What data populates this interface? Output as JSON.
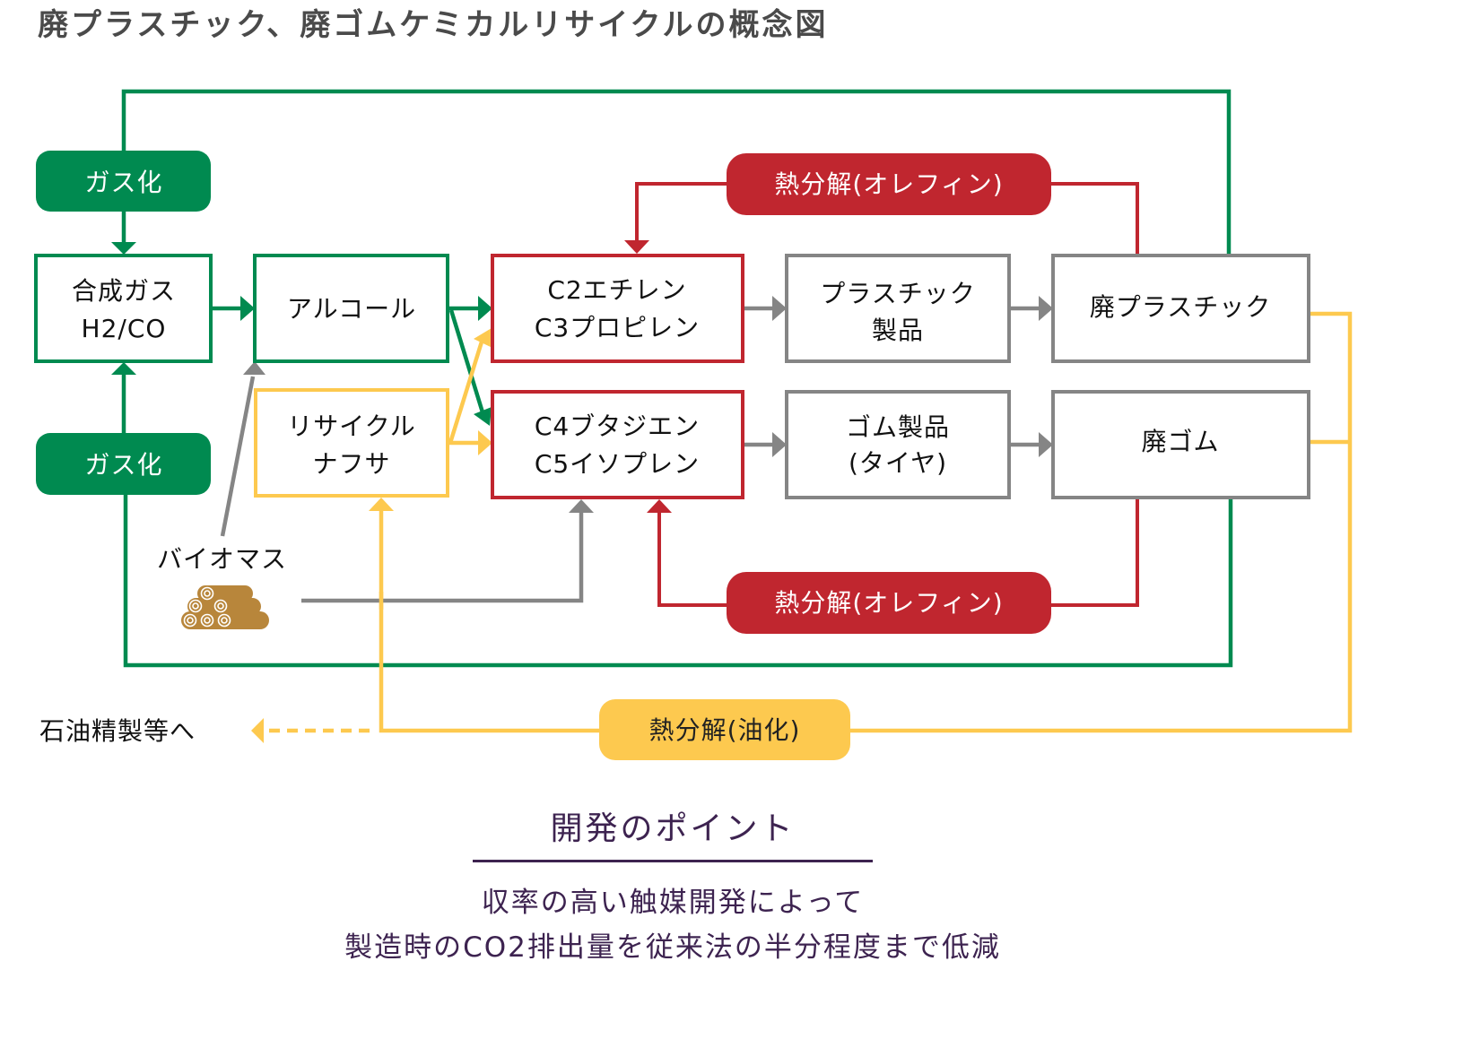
{
  "title": "廃プラスチック、廃ゴムケミカルリサイクルの概念図",
  "colors": {
    "green": "#008a50",
    "red": "#c0262f",
    "yellow": "#fdc94f",
    "gray": "#858585",
    "purple": "#3d2350",
    "wood": "#b8863b"
  },
  "process_pills": {
    "gasification_top": "ガス化",
    "gasification_bottom": "ガス化",
    "pyrolysis_olefin_top": "熱分解(オレフィン)",
    "pyrolysis_olefin_bottom": "熱分解(オレフィン)",
    "pyrolysis_oil": "熱分解(油化)"
  },
  "nodes": {
    "syngas": {
      "line1": "合成ガス",
      "line2": "H2/CO"
    },
    "alcohol": {
      "line1": "アルコール"
    },
    "recycled_naphtha": {
      "line1": "リサイクル",
      "line2": "ナフサ"
    },
    "c2c3": {
      "line1": "C2エチレン",
      "line2": "C3プロピレン"
    },
    "c4c5": {
      "line1": "C4ブタジエン",
      "line2": "C5イソプレン"
    },
    "plastic_products": {
      "line1": "プラスチック",
      "line2": "製品"
    },
    "rubber_products": {
      "line1": "ゴム製品",
      "line2": "(タイヤ)"
    },
    "waste_plastic": {
      "line1": "廃プラスチック"
    },
    "waste_rubber": {
      "line1": "廃ゴム"
    }
  },
  "labels": {
    "biomass": "バイオマス",
    "to_refining": "石油精製等へ"
  },
  "icons": {
    "biomass": "wood-logs-icon"
  },
  "development_points": {
    "heading": "開発のポイント",
    "line1": "収率の高い触媒開発によって",
    "line2": "製造時のCO2排出量を従来法の半分程度まで低減"
  }
}
